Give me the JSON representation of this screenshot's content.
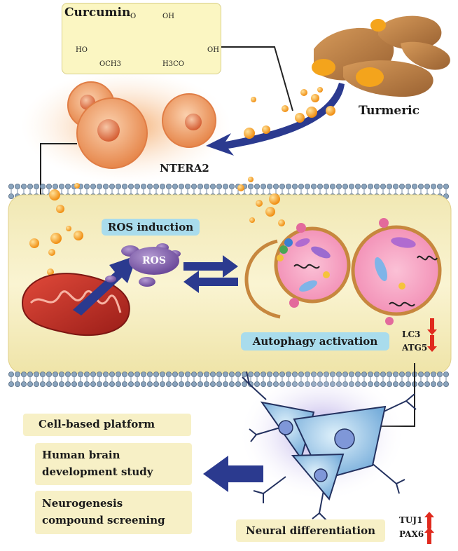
{
  "curcumin": {
    "title": "Curcumin",
    "atoms": [
      "O",
      "OH",
      "HO",
      "OH",
      "OCH3",
      "H3CO"
    ]
  },
  "turmeric_label": "Turmeric",
  "ntera2_label": "NTERA2",
  "ros_induction_label": "ROS induction",
  "ros_label": "ROS",
  "autophagy_label": "Autophagy activation",
  "autophagy_markers": [
    {
      "name": "LC3"
    },
    {
      "name": "ATG5"
    }
  ],
  "neural_label": "Neural differentiation",
  "neural_markers": [
    {
      "name": "TUJ1"
    },
    {
      "name": "PAX6"
    }
  ],
  "applications": [
    {
      "lines": [
        "Cell-based platform"
      ]
    },
    {
      "lines": [
        "Human brain",
        "development study"
      ]
    },
    {
      "lines": [
        "Neurogenesis",
        "compound screening"
      ]
    }
  ],
  "colors": {
    "panel_bg": "#f7f0c6",
    "label_bg": "#a9dcec",
    "arrow_navy": "#2b3a8f",
    "up_arrow_red": "#e02a1e",
    "curcumin_dot": "#f5a31f"
  }
}
